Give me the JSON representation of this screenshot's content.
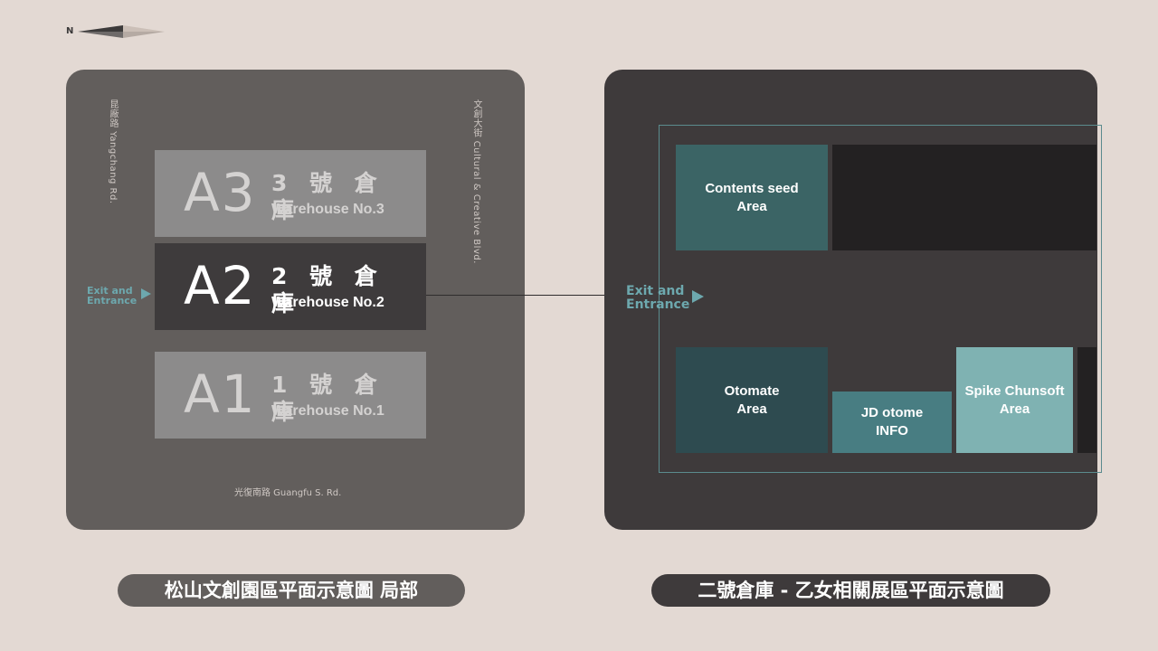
{
  "compass": {
    "north_label": "N"
  },
  "left_map": {
    "roads": {
      "west": "昆廠路 Yangchang Rd.",
      "east": "文創大街 Cultural & Creative Blvd.",
      "south": "光復南路  Guangfu S. Rd."
    },
    "exit_label_line1": "Exit and",
    "exit_label_line2": "Entrance",
    "warehouses": [
      {
        "code": "A3",
        "name_zh": "3 號 倉 庫",
        "name_en": "Warehouse No.3",
        "highlighted": false
      },
      {
        "code": "A2",
        "name_zh": "2 號 倉 庫",
        "name_en": "Warehouse No.2",
        "highlighted": true
      },
      {
        "code": "A1",
        "name_zh": "1 號 倉 庫",
        "name_en": "Warehouse No.1",
        "highlighted": false
      }
    ]
  },
  "right_map": {
    "exit_label_line1": "Exit and",
    "exit_label_line2": "Entrance",
    "zones": {
      "contents_seed_line1": "Contents seed",
      "contents_seed_line2": "Area",
      "otomate_line1": "Otomate",
      "otomate_line2": "Area",
      "jd_line1": "JD otome",
      "jd_line2": "INFO",
      "spike_line1": "Spike Chunsoft",
      "spike_line2": "Area"
    }
  },
  "captions": {
    "left": "松山文創園區平面示意圖 局部",
    "right": "二號倉庫 - 乙女相關展區平面示意圖"
  },
  "colors": {
    "background": "#e3d9d3",
    "left_map_bg": "#625e5c",
    "right_map_bg": "#3e3a3b",
    "accent_teal": "#6da8ae",
    "highlight_warehouse": "#3e3b3c",
    "other_warehouse": "#8c8b8b"
  }
}
